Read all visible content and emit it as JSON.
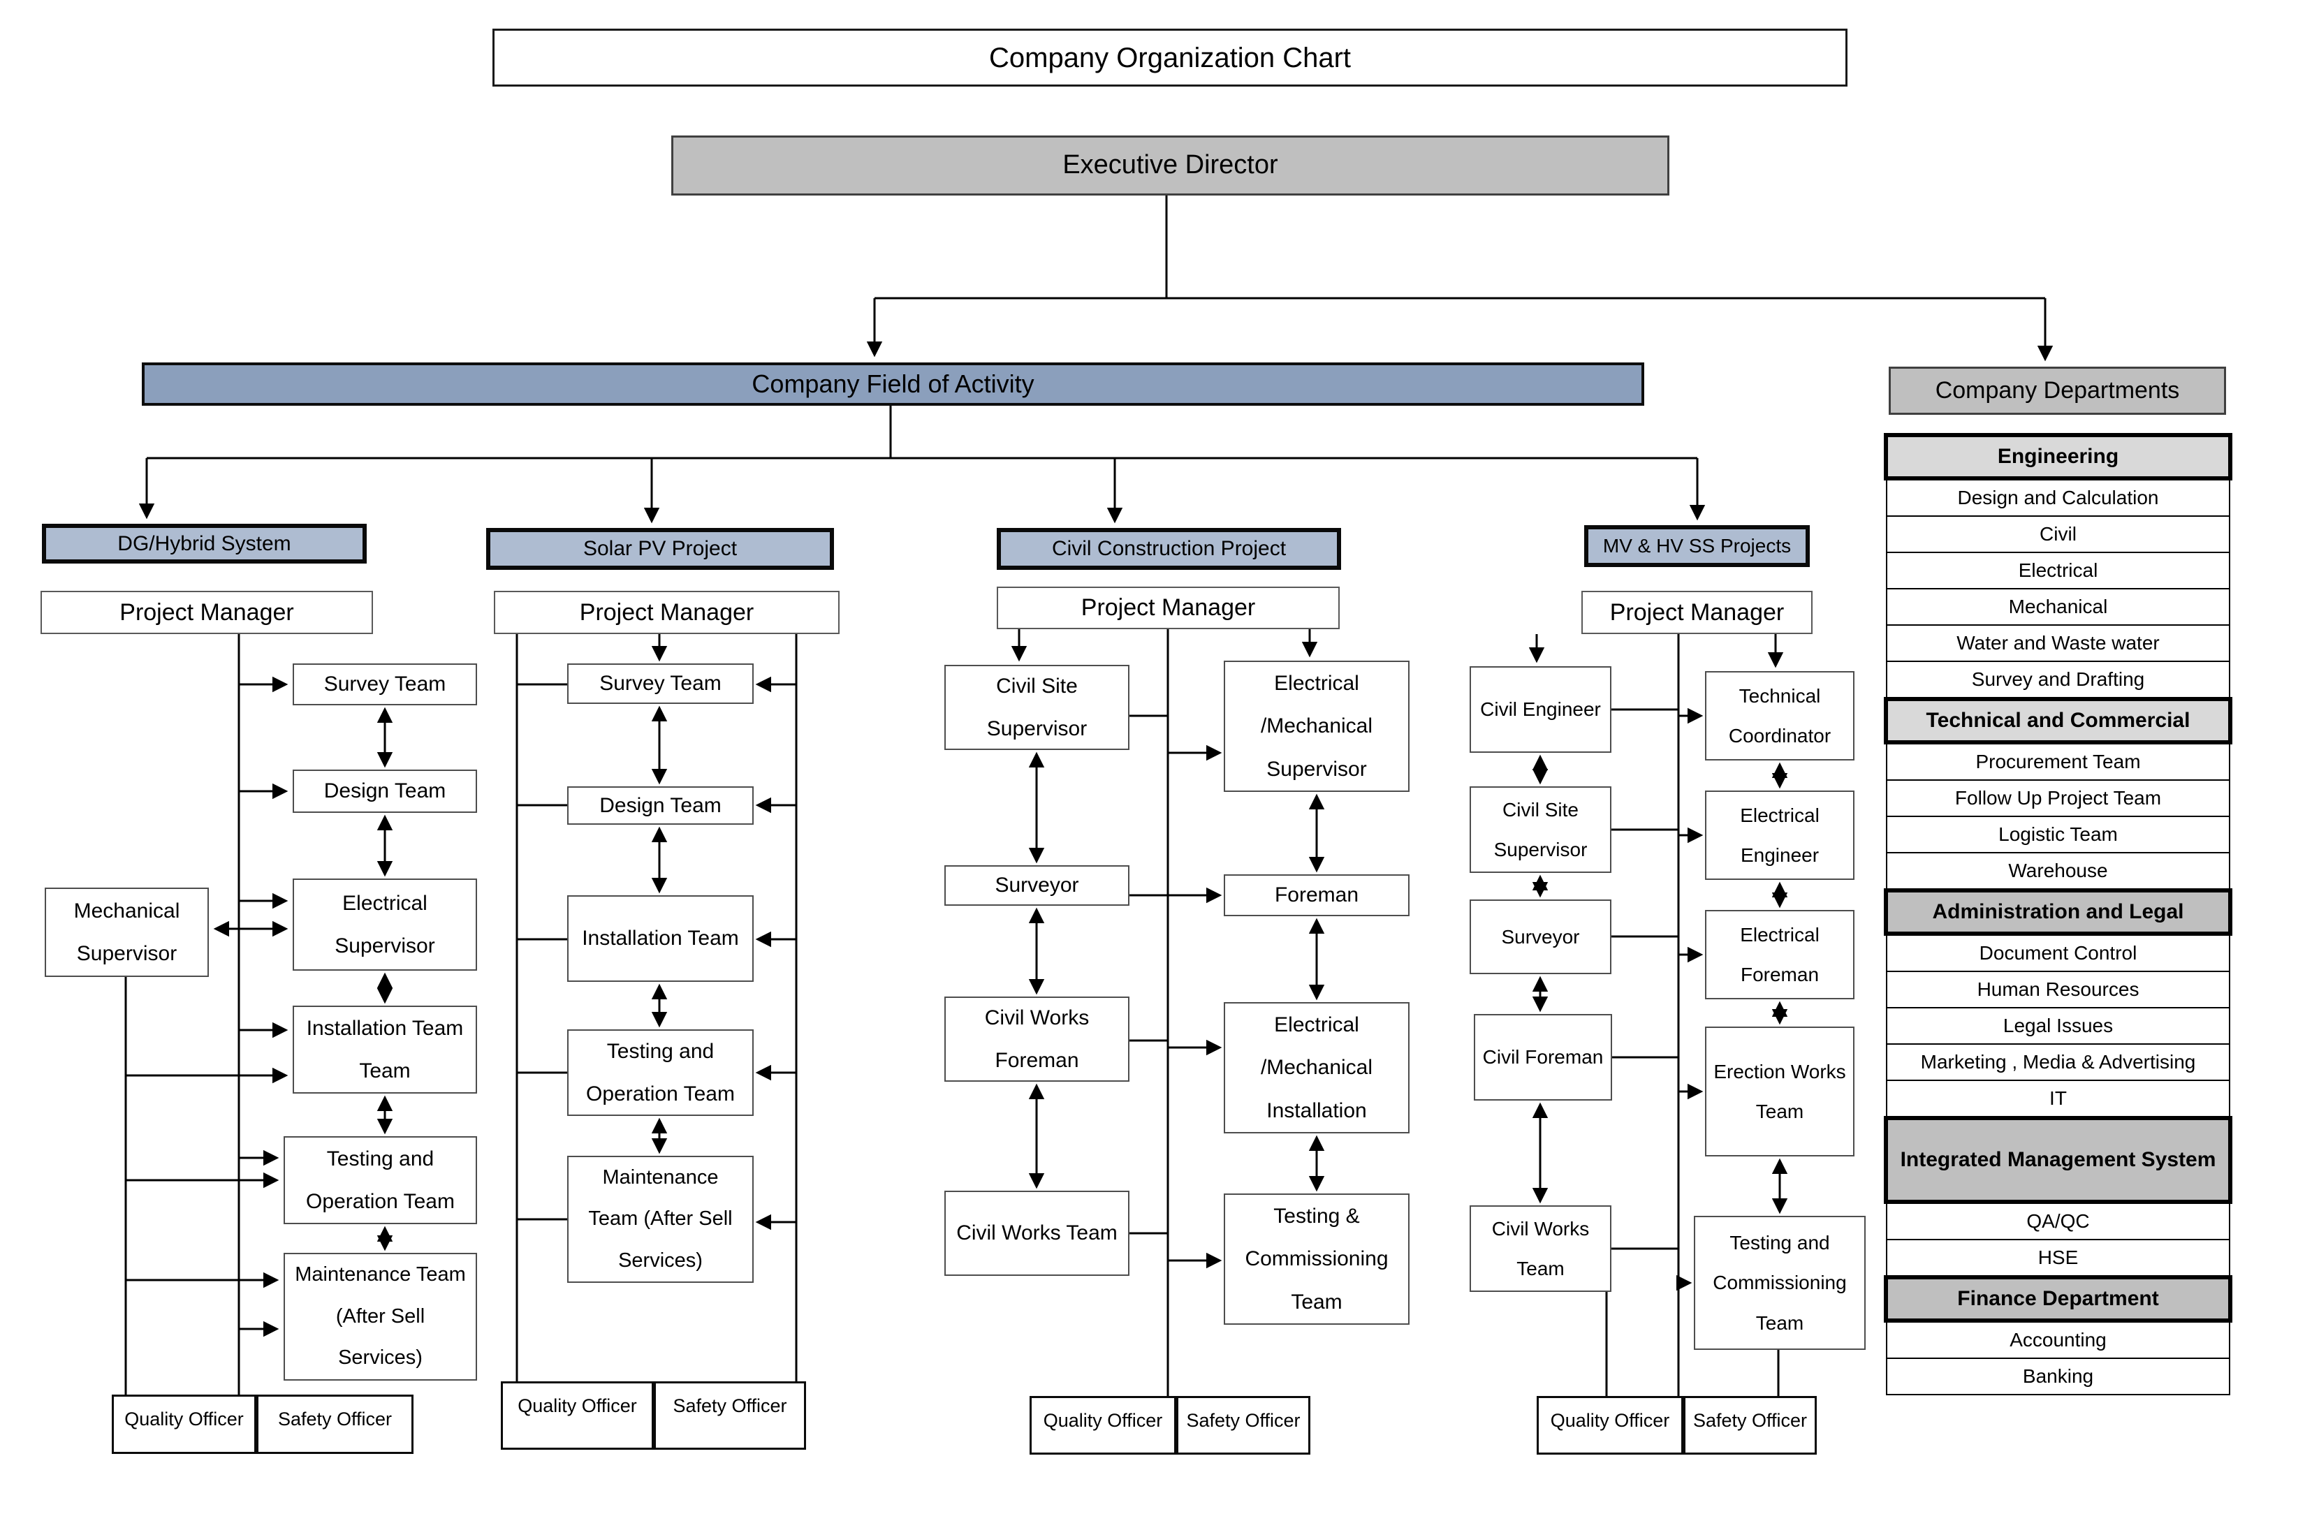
{
  "title": "Company Organization Chart",
  "top": {
    "executive_director": "Executive Director",
    "field_of_activity": "Company Field of Activity",
    "departments_header": "Company Departments"
  },
  "projects": {
    "dg": {
      "header": "DG/Hybrid System",
      "pm": "Project Manager",
      "survey": "Survey Team",
      "design": "Design Team",
      "mech_sup": "Mechanical Supervisor",
      "elec_sup": "Electrical Supervisor",
      "installation": "Installation Team Team",
      "testing": "Testing and Operation Team",
      "maintenance": "Maintenance Team (After Sell Services)",
      "quality": "Quality Officer",
      "safety": "Safety Officer"
    },
    "solar": {
      "header": "Solar PV Project",
      "pm": "Project Manager",
      "survey": "Survey Team",
      "design": "Design Team",
      "installation": "Installation Team",
      "testing": "Testing and Operation Team",
      "maintenance": "Maintenance Team (After Sell Services)",
      "quality": "Quality Officer",
      "safety": "Safety Officer"
    },
    "civil": {
      "header": "Civil Construction Project",
      "pm": "Project Manager",
      "site_supervisor": "Civil Site Supervisor",
      "surveyor": "Surveyor",
      "works_foreman": "Civil Works Foreman",
      "works_team": "Civil Works Team",
      "em_supervisor": "Electrical /Mechanical Supervisor",
      "foreman": "Foreman",
      "em_installation": "Electrical /Mechanical Installation",
      "tc_team": "Testing & Commissioning Team",
      "quality": "Quality Officer",
      "safety": "Safety Officer"
    },
    "mv": {
      "header": "MV & HV SS Projects",
      "pm": "Project Manager",
      "civil_engineer": "Civil Engineer",
      "site_supervisor": "Civil Site Supervisor",
      "surveyor": "Surveyor",
      "civil_foreman": "Civil Foreman",
      "works_team": "Civil Works Team",
      "tech_coordinator": "Technical Coordinator",
      "elec_engineer": "Electrical Engineer",
      "elec_foreman": "Electrical Foreman",
      "erection_team": "Erection Works Team",
      "tc_team": "Testing and Commissioning Team",
      "quality": "Quality Officer",
      "safety": "Safety Officer"
    }
  },
  "departments": {
    "sections": [
      {
        "header": "Engineering",
        "shade": "light",
        "items": [
          "Design and Calculation",
          "Civil",
          "Electrical",
          "Mechanical",
          "Water and Waste water",
          "Survey and Drafting"
        ]
      },
      {
        "header": "Technical and Commercial",
        "shade": "light",
        "items": [
          "Procurement Team",
          "Follow Up Project Team",
          "Logistic Team",
          "Warehouse"
        ]
      },
      {
        "header": "Administration and Legal",
        "shade": "dark",
        "items": [
          "Document Control",
          "Human Resources",
          "Legal Issues",
          "Marketing , Media & Advertising",
          "IT"
        ]
      },
      {
        "header": "Integrated Management System",
        "shade": "dark",
        "items": [
          "QA/QC",
          "HSE"
        ]
      },
      {
        "header": "Finance Department",
        "shade": "dark",
        "items": [
          "Accounting",
          "Banking"
        ]
      }
    ]
  },
  "colors": {
    "project_header_bg": "#aebcd1",
    "activity_bar_bg": "#8b9fbc",
    "gray_box_bg": "#bfbfbf",
    "section_light": "#d9d9d9",
    "section_dark": "#bfbfbf"
  }
}
